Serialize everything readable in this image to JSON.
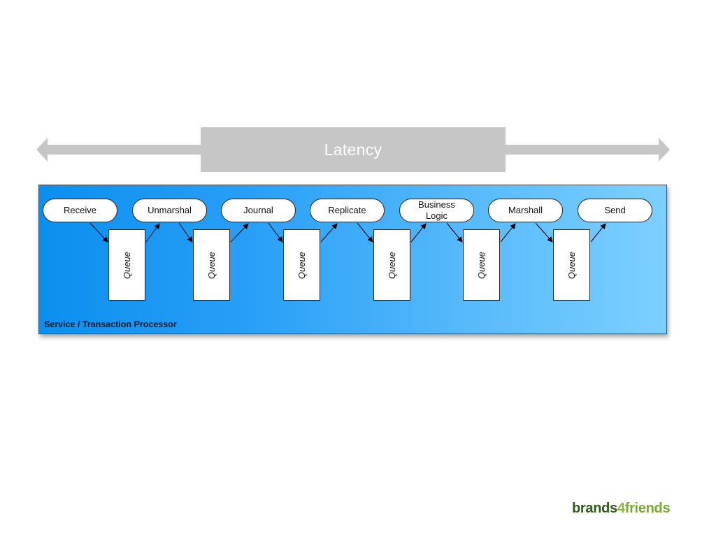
{
  "latency": {
    "label": "Latency",
    "bar_color": "#c6c6c6",
    "arrow_color": "#c6c6c6"
  },
  "panel": {
    "label": "Service / Transaction Processor",
    "gradient_start": "#0b8fee",
    "gradient_end": "#7cd0ff"
  },
  "stages": [
    {
      "label": "Receive"
    },
    {
      "label": "Unmarshal"
    },
    {
      "label": "Journal"
    },
    {
      "label": "Replicate"
    },
    {
      "label": "Business Logic"
    },
    {
      "label": "Marshall"
    },
    {
      "label": "Send"
    }
  ],
  "queues": [
    {
      "label": "Queue"
    },
    {
      "label": "Queue"
    },
    {
      "label": "Queue"
    },
    {
      "label": "Queue"
    },
    {
      "label": "Queue"
    },
    {
      "label": "Queue"
    }
  ],
  "logo": {
    "part1": "brands",
    "part2": "4",
    "part3": "friends"
  }
}
